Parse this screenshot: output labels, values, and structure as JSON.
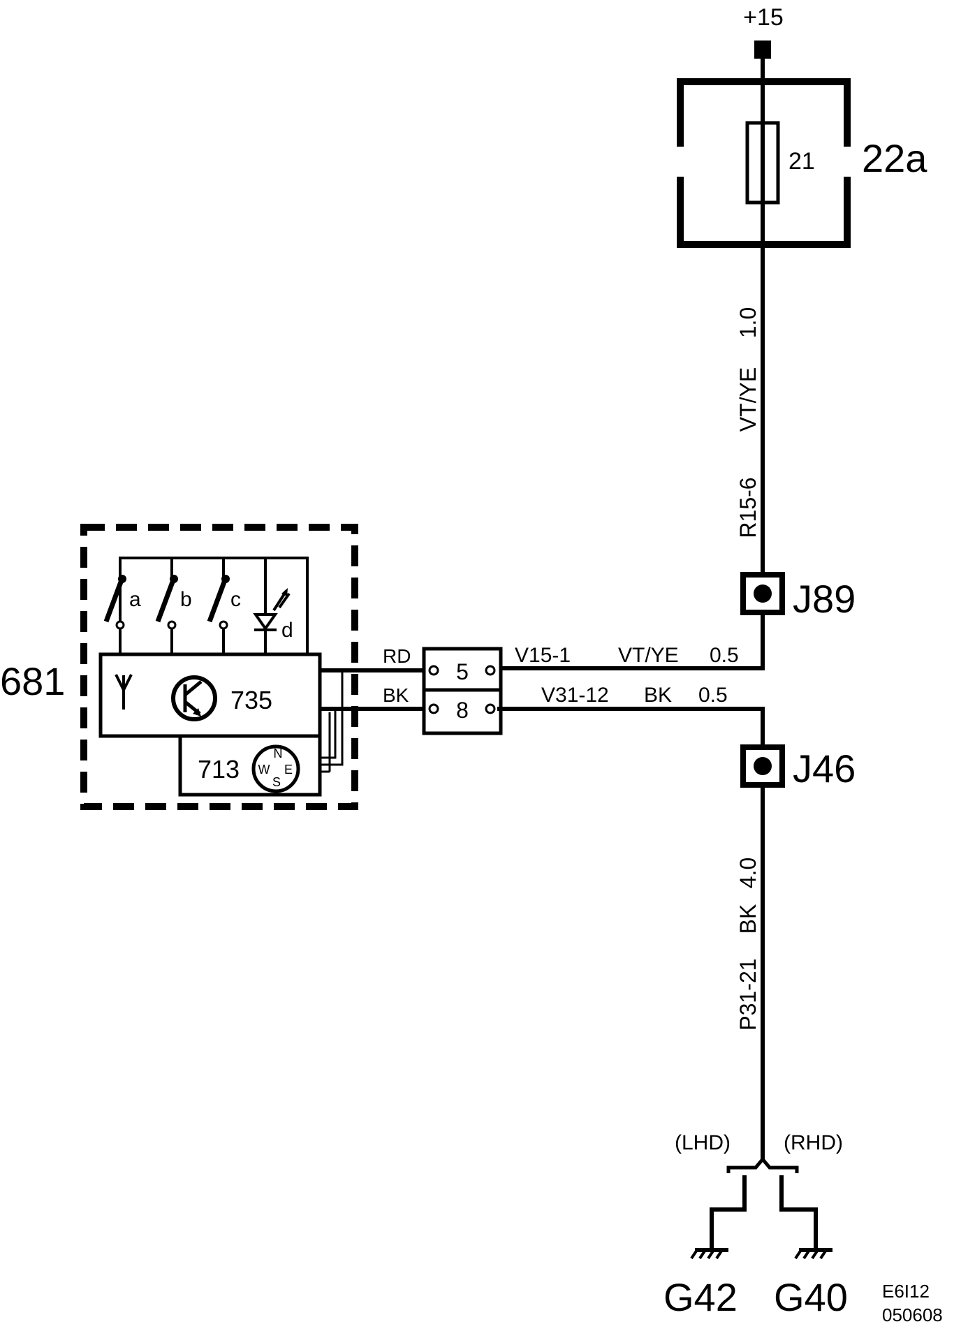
{
  "supply": {
    "label": "+15"
  },
  "fuse_box": {
    "id": "22a",
    "fuse_number": "21"
  },
  "wire_upper": {
    "gauge": "1.0",
    "color": "VT/YE",
    "circuit": "R15-6"
  },
  "junction_top": {
    "id": "J89"
  },
  "module": {
    "id": "681",
    "receiver_id": "735",
    "compass_id": "713",
    "switches": [
      "a",
      "b",
      "c"
    ],
    "led_label": "d",
    "compass_points": {
      "n": "N",
      "e": "E",
      "s": "S",
      "w": "W"
    }
  },
  "wires_module": [
    {
      "color_left": "RD",
      "connector_pin": "5",
      "circuit": "V15-1",
      "color": "VT/YE",
      "gauge": "0.5"
    },
    {
      "color_left": "BK",
      "connector_pin": "8",
      "circuit": "V31-12",
      "color": "BK",
      "gauge": "0.5"
    }
  ],
  "junction_bottom": {
    "id": "J46"
  },
  "wire_lower": {
    "gauge": "4.0",
    "color": "BK",
    "circuit": "P31-21"
  },
  "variants": {
    "left": "(LHD)",
    "right": "(RHD)"
  },
  "grounds": {
    "left": "G42",
    "right": "G40"
  },
  "drawing_code": {
    "line1": "E6I12",
    "line2": "050608"
  }
}
